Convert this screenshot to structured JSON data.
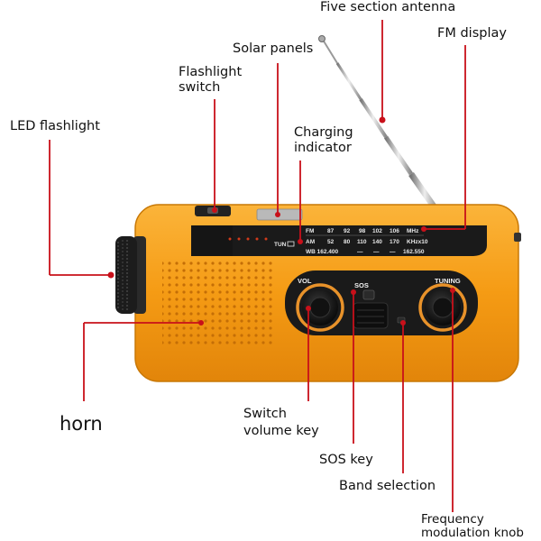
{
  "labels": {
    "antenna": "Five section antenna",
    "fm_display": "FM display",
    "solar": "Solar panels",
    "flash_switch_1": "Flashlight",
    "flash_switch_2": "switch",
    "led": "LED flashlight",
    "charging_1": "Charging",
    "charging_2": "indicator",
    "horn": "horn",
    "volume_1": "Switch",
    "volume_2": "volume key",
    "sos_key": "SOS key",
    "band": "Band selection",
    "freq_1": "Frequency",
    "freq_2": "modulation knob"
  },
  "device": {
    "fm_row": [
      "FM",
      "87",
      "92",
      "98",
      "102",
      "106",
      "MHz"
    ],
    "am_row": [
      "AM",
      "52",
      "80",
      "110",
      "140",
      "170",
      "KHzx10"
    ],
    "wb_row": [
      "WB 162.400",
      "—",
      "—",
      "—",
      "162.550"
    ],
    "tun_label": "TUN",
    "vol_label": "VOL",
    "sos_label": "SOS",
    "tuning_label": "TUNING"
  },
  "colors": {
    "body": "#f59b14",
    "panel": "#1a1a1a",
    "leader": "#c8101a"
  }
}
